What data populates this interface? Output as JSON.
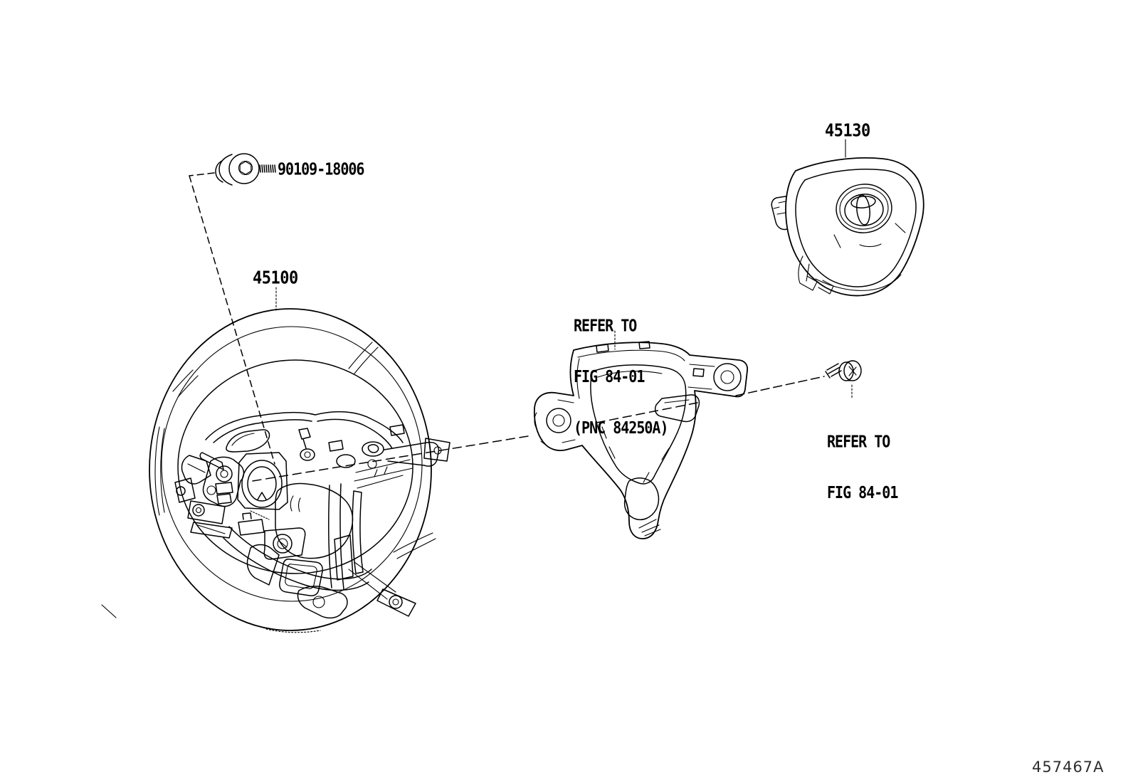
{
  "diagram": {
    "background_color": "#ffffff",
    "line_color": "#000000",
    "figure_code_color": "#2e2e2e",
    "labels": {
      "bolt_part_number": "90109-18006",
      "wheel_part_number": "45100",
      "airbag_part_number": "45130",
      "figure_code": "457467A"
    },
    "notes": {
      "bezel": {
        "line1": "REFER TO",
        "line2": "FIG 84-01",
        "line3": "(PNC 84250A)"
      },
      "screw": {
        "line1": "REFER TO",
        "line2": "FIG 84-01"
      }
    },
    "icons": {
      "airbag_emblem": "toyota-logo"
    }
  }
}
